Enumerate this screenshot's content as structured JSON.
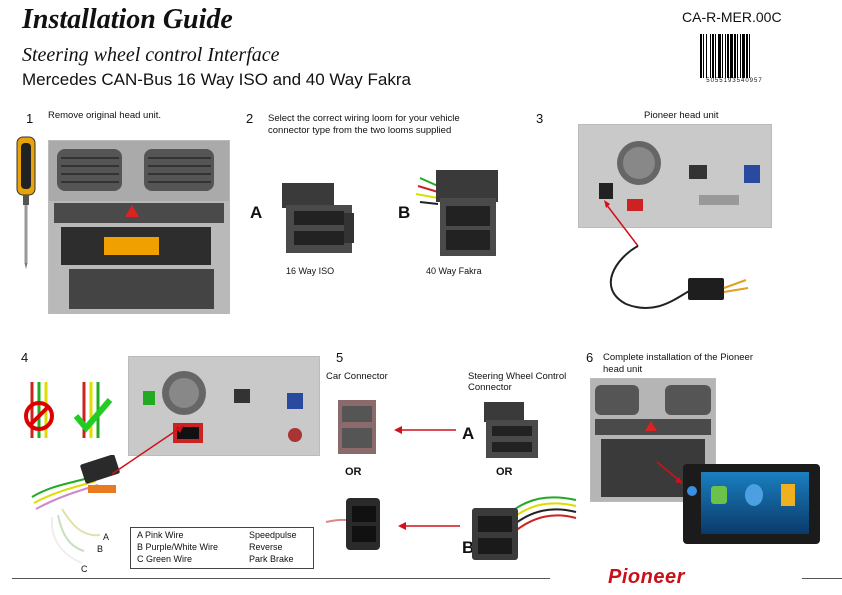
{
  "header": {
    "title": "Installation Guide",
    "subtitle": "Steering wheel control Interface",
    "subtitle2": "Mercedes CAN-Bus 16 Way ISO and 40 Way Fakra",
    "product_code": "CA-R-MER.00C",
    "barcode_number": "5055193540957"
  },
  "steps": [
    {
      "num": "1",
      "text": "Remove original head unit."
    },
    {
      "num": "2",
      "text_line1": "Select the correct wiring loom for your vehicle",
      "text_line2": "connector type from the two looms supplied"
    },
    {
      "num": "3",
      "text": "Pioneer head unit"
    },
    {
      "num": "4"
    },
    {
      "num": "5",
      "car_connector": "Car Connector",
      "swc_line1": "Steering Wheel Control",
      "swc_line2": "Connector"
    },
    {
      "num": "6",
      "text_line1": "Complete installation of the Pioneer",
      "text_line2": "head unit"
    }
  ],
  "step2": {
    "label_a": "A",
    "label_b": "B",
    "caption_a": "16 Way ISO",
    "caption_b": "40 Way Fakra"
  },
  "step5": {
    "label_a": "A",
    "label_b": "B",
    "or1": "OR",
    "or2": "OR"
  },
  "wires": {
    "label_a": "A",
    "label_b": "B",
    "label_c": "C"
  },
  "legend": [
    {
      "wire": "A Pink Wire",
      "function": "Speedpulse"
    },
    {
      "wire": "B Purple/White Wire",
      "function": "Reverse"
    },
    {
      "wire": "C Green Wire",
      "function": "Park Brake"
    }
  ],
  "footer": {
    "brand": "Pioneer"
  },
  "colors": {
    "brand_red": "#c81018",
    "arrow_red": "#d0101a"
  }
}
